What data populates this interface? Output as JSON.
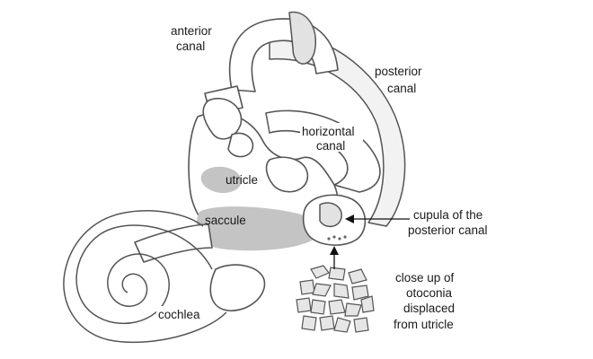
{
  "diagram": {
    "labels": {
      "anterior_canal": [
        "anterior",
        "canal"
      ],
      "posterior_canal": [
        "posterior",
        "canal"
      ],
      "horizontal_canal": [
        "horizontal",
        "canal"
      ],
      "utricle": "utricle",
      "saccule": "saccule",
      "cupula": [
        "cupula of the",
        "posterior canal"
      ],
      "cochlea": "cochlea",
      "otoconia": [
        "close up of",
        "otoconia",
        "displaced",
        "from utricle"
      ]
    },
    "colors": {
      "outline": "#555555",
      "shade": "#c4c4c4",
      "fill": "#f2f2f2"
    }
  }
}
